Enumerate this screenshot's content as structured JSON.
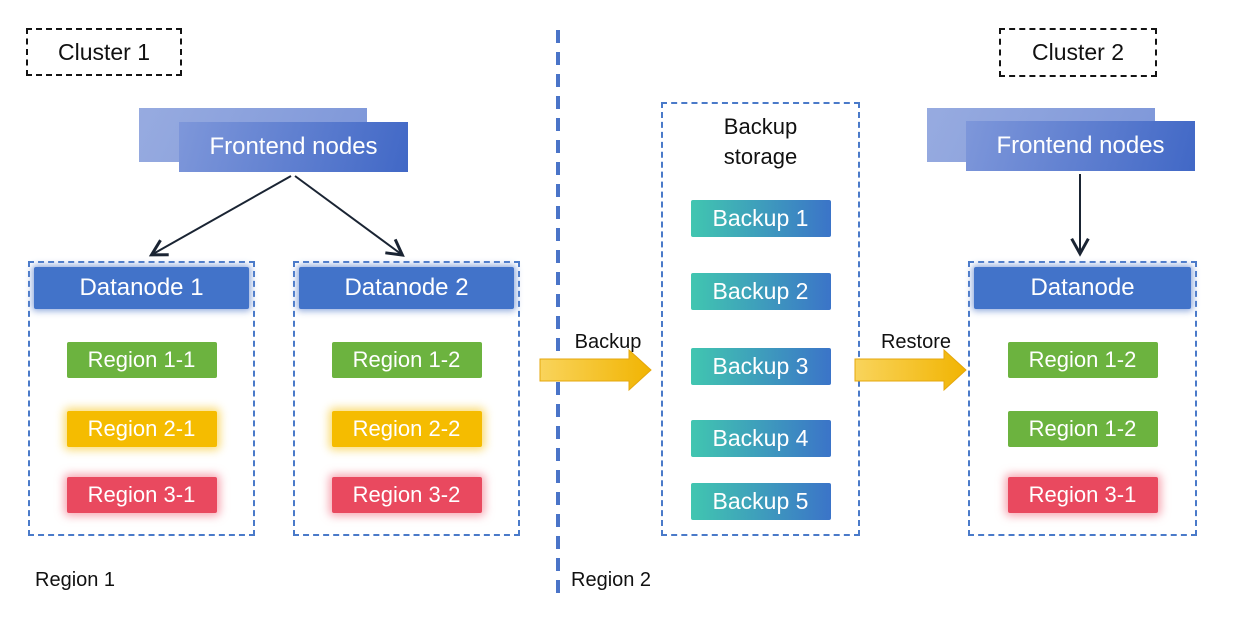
{
  "cluster1": {
    "label": "Cluster 1",
    "frontend_label": "Frontend nodes",
    "region_label": "Region 1",
    "datanodes": [
      {
        "title": "Datanode 1",
        "regions": [
          {
            "label": "Region 1-1",
            "color": "green"
          },
          {
            "label": "Region 2-1",
            "color": "yellow"
          },
          {
            "label": "Region 3-1",
            "color": "red"
          }
        ]
      },
      {
        "title": "Datanode 2",
        "regions": [
          {
            "label": "Region 1-2",
            "color": "green"
          },
          {
            "label": "Region 2-2",
            "color": "yellow"
          },
          {
            "label": "Region 3-2",
            "color": "red"
          }
        ]
      }
    ]
  },
  "backup_storage": {
    "title": "Backup storage",
    "items": [
      "Backup 1",
      "Backup 2",
      "Backup 3",
      "Backup 4",
      "Backup 5"
    ]
  },
  "flows": {
    "backup_label": "Backup",
    "restore_label": "Restore"
  },
  "cluster2": {
    "label": "Cluster 2",
    "frontend_label": "Frontend nodes",
    "region_label": "Region 2",
    "datanode": {
      "title": "Datanode",
      "regions": [
        {
          "label": "Region 1-2",
          "color": "green"
        },
        {
          "label": "Region 1-2",
          "color": "green"
        },
        {
          "label": "Region 3-1",
          "color": "red"
        }
      ]
    }
  },
  "colors": {
    "node_blue": "#4273c9",
    "frontend_gradient_start": "#7e97da",
    "frontend_gradient_end": "#4168c6",
    "frontend_back": "#8ca3dd",
    "region_green": "#6cb33f",
    "region_yellow": "#f5bc00",
    "region_red": "#e9495f",
    "backup_gradient_start": "#41c6b0",
    "backup_gradient_end": "#3b74c8",
    "arrow_yellow_start": "#f9d45c",
    "arrow_yellow_end": "#f1b402",
    "dashed_blue": "#4a7ac9"
  }
}
